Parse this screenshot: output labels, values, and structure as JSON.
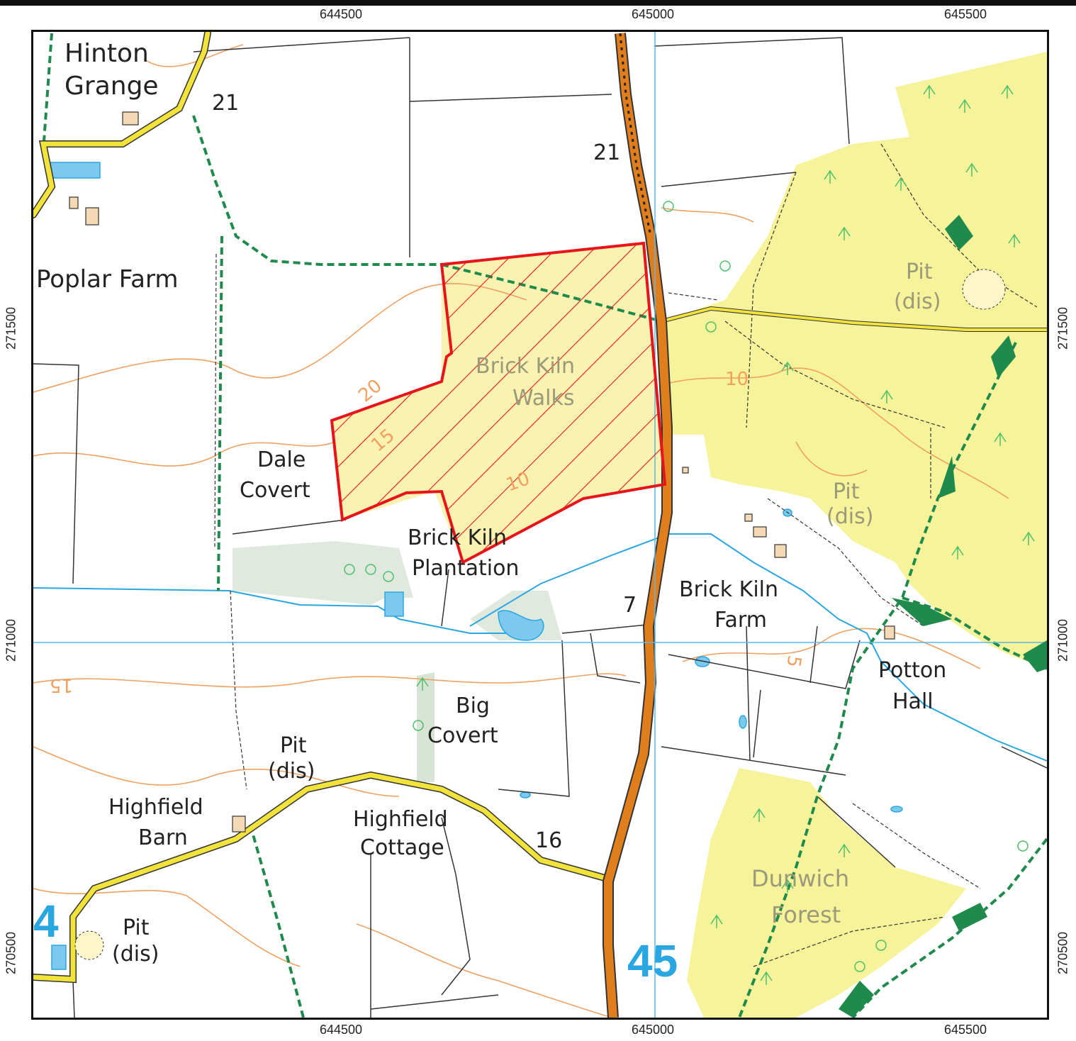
{
  "axes": {
    "x_ticks": [
      "644500",
      "645000",
      "645500"
    ],
    "y_ticks": [
      "271500",
      "271000",
      "270500"
    ]
  },
  "places": {
    "hinton_grange_1": "Hinton",
    "hinton_grange_2": "Grange",
    "poplar_farm": "Poplar Farm",
    "dale_covert_1": "Dale",
    "dale_covert_2": "Covert",
    "brick_kiln_walks_1": "Brick Kiln",
    "brick_kiln_walks_2": "Walks",
    "brick_kiln_plantation_1": "Brick Kiln",
    "brick_kiln_plantation_2": "Plantation",
    "brick_kiln_farm_1": "Brick Kiln",
    "brick_kiln_farm_2": "Farm",
    "potton_hall_1": "Potton",
    "potton_hall_2": "Hall",
    "big_covert_1": "Big",
    "big_covert_2": "Covert",
    "pit_dis_1a": "Pit",
    "pit_dis_1b": "(dis)",
    "pit_dis_2a": "Pit",
    "pit_dis_2b": "(dis)",
    "pit_dis_3a": "Pit",
    "pit_dis_3b": "(dis)",
    "pit_dis_4a": "Pit",
    "pit_dis_4b": "(dis)",
    "highfield_barn_1": "Highfield",
    "highfield_barn_2": "Barn",
    "highfield_cottage_1": "Highfield",
    "highfield_cottage_2": "Cottage",
    "dunwich_forest_1": "Dunwich",
    "dunwich_forest_2": "Forest"
  },
  "spot_heights": {
    "h21a": "21",
    "h21b": "21",
    "h7": "7",
    "h16": "16"
  },
  "contours": {
    "c20": "20",
    "c15a": "15",
    "c15b": "15",
    "c10a": "10",
    "c10b": "10",
    "c5": "5"
  },
  "grid_numbers": {
    "g4": "4",
    "g45": "45"
  },
  "colors": {
    "site_boundary": "#e8141c",
    "woodland": "#f6f39a",
    "road_a": "#e07d1c",
    "road_minor": "#f1e33a",
    "footpath": "#1f8a4c",
    "water": "#2aa7e0",
    "contour": "#f0a060",
    "gridline": "#5bb8e8"
  }
}
